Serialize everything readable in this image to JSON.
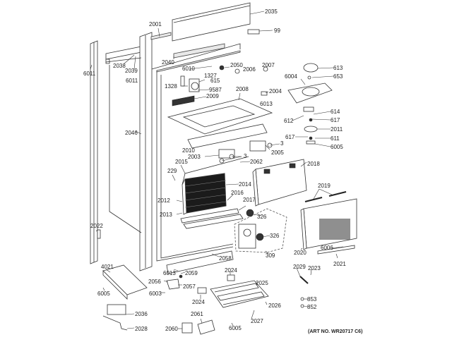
{
  "diagram": {
    "title": "Refrigerator Freezer Section Exploded Parts Diagram",
    "art_number": "(ART NO. WR20717 C6)",
    "labels": [
      {
        "id": "2001",
        "text": "2001"
      },
      {
        "id": "2035",
        "text": "2035"
      },
      {
        "id": "99",
        "text": "99"
      },
      {
        "id": "6011a",
        "text": "6011"
      },
      {
        "id": "2038",
        "text": "2038"
      },
      {
        "id": "2039",
        "text": "2039"
      },
      {
        "id": "6011b",
        "text": "6011"
      },
      {
        "id": "2040",
        "text": "2040"
      },
      {
        "id": "6010",
        "text": "6010"
      },
      {
        "id": "2050",
        "text": "2050"
      },
      {
        "id": "2006",
        "text": "2006"
      },
      {
        "id": "2007",
        "text": "2007"
      },
      {
        "id": "1327",
        "text": "1327"
      },
      {
        "id": "615",
        "text": "615"
      },
      {
        "id": "1328",
        "text": "1328"
      },
      {
        "id": "9587",
        "text": "9587"
      },
      {
        "id": "2009",
        "text": "2009"
      },
      {
        "id": "2008",
        "text": "2008"
      },
      {
        "id": "2004",
        "text": "2004"
      },
      {
        "id": "6013a",
        "text": "6013"
      },
      {
        "id": "6004",
        "text": "6004"
      },
      {
        "id": "613",
        "text": "613"
      },
      {
        "id": "653",
        "text": "653"
      },
      {
        "id": "612",
        "text": "612"
      },
      {
        "id": "614",
        "text": "614"
      },
      {
        "id": "617a",
        "text": "617"
      },
      {
        "id": "2011",
        "text": "2011"
      },
      {
        "id": "617b",
        "text": "617"
      },
      {
        "id": "611",
        "text": "611"
      },
      {
        "id": "6005a",
        "text": "6005"
      },
      {
        "id": "2046",
        "text": "2046"
      },
      {
        "id": "2010",
        "text": "2010"
      },
      {
        "id": "2003",
        "text": "2003"
      },
      {
        "id": "3a",
        "text": "3"
      },
      {
        "id": "3b",
        "text": "3"
      },
      {
        "id": "2005",
        "text": "2005"
      },
      {
        "id": "2062",
        "text": "2062"
      },
      {
        "id": "2015",
        "text": "2015"
      },
      {
        "id": "229",
        "text": "229"
      },
      {
        "id": "2018",
        "text": "2018"
      },
      {
        "id": "2014",
        "text": "2014"
      },
      {
        "id": "2019",
        "text": "2019"
      },
      {
        "id": "2016",
        "text": "2016"
      },
      {
        "id": "2012",
        "text": "2012"
      },
      {
        "id": "2017",
        "text": "2017"
      },
      {
        "id": "2013",
        "text": "2013"
      },
      {
        "id": "326a",
        "text": "326"
      },
      {
        "id": "326b",
        "text": "326"
      },
      {
        "id": "309",
        "text": "309"
      },
      {
        "id": "2022",
        "text": "2022"
      },
      {
        "id": "2020",
        "text": "2020"
      },
      {
        "id": "6006",
        "text": "6006"
      },
      {
        "id": "2021",
        "text": "2021"
      },
      {
        "id": "2058",
        "text": "2058"
      },
      {
        "id": "4021",
        "text": "4021"
      },
      {
        "id": "6013b",
        "text": "6013"
      },
      {
        "id": "2059",
        "text": "2059"
      },
      {
        "id": "2056",
        "text": "2056"
      },
      {
        "id": "2057",
        "text": "2057"
      },
      {
        "id": "6005b",
        "text": "6005"
      },
      {
        "id": "6003",
        "text": "6003"
      },
      {
        "id": "2024a",
        "text": "2024"
      },
      {
        "id": "2025",
        "text": "2025"
      },
      {
        "id": "2024b",
        "text": "2024"
      },
      {
        "id": "2026",
        "text": "2026"
      },
      {
        "id": "2029",
        "text": "2029"
      },
      {
        "id": "2023",
        "text": "2023"
      },
      {
        "id": "853",
        "text": "853"
      },
      {
        "id": "852",
        "text": "852"
      },
      {
        "id": "2036",
        "text": "2036"
      },
      {
        "id": "2061",
        "text": "2061"
      },
      {
        "id": "2027",
        "text": "2027"
      },
      {
        "id": "2060",
        "text": "2060"
      },
      {
        "id": "6005c",
        "text": "6005"
      },
      {
        "id": "2028",
        "text": "2028"
      }
    ]
  }
}
